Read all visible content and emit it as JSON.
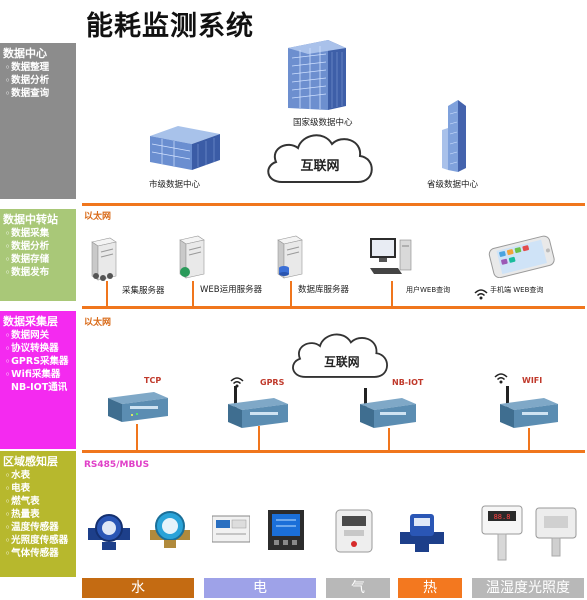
{
  "title": "能耗监测系统",
  "layers": [
    {
      "title": "数据中心",
      "items": [
        "数据整理",
        "数据分析",
        "数据查询"
      ]
    },
    {
      "title": "数据中转站",
      "items": [
        "数据采集",
        "数据分析",
        "数据存储",
        "数据发布"
      ]
    },
    {
      "title": "数据采集层",
      "items": [
        "数据网关",
        "协议转换器",
        "GPRS采集器",
        "Wifi采集器"
      ],
      "extra": "NB-IOT通讯"
    },
    {
      "title": "区域感知层",
      "items": [
        "水表",
        "电表",
        "燃气表",
        "热量表",
        "温度传感器",
        "光照度传感器",
        "气体传感器"
      ]
    }
  ],
  "data_center": {
    "national": "国家级数据中心",
    "city": "市级数据中心",
    "province": "省级数据中心",
    "cloud": "互联网"
  },
  "transfer": {
    "network": "以太网",
    "servers": [
      "采集服务器",
      "WEB运用服务器",
      "数据库服务器"
    ],
    "user_web": "用户WEB查询",
    "mobile_web": "手机端 WEB查询"
  },
  "collect": {
    "network": "以太网",
    "cloud": "互联网",
    "devices": [
      "TCP",
      "GPRS",
      "NB-IOT",
      "WIFI"
    ]
  },
  "sense": {
    "bus": "RS485/MBUS"
  },
  "energy_bar": [
    "水",
    "电",
    "气",
    "热",
    "温湿度光照度"
  ],
  "colors": {
    "band_data_center": "#8c8c8c",
    "band_transfer": "#a9c878",
    "band_collect": "#f42af0",
    "band_sense": "#b7b82d",
    "divider": "#f0761d"
  }
}
